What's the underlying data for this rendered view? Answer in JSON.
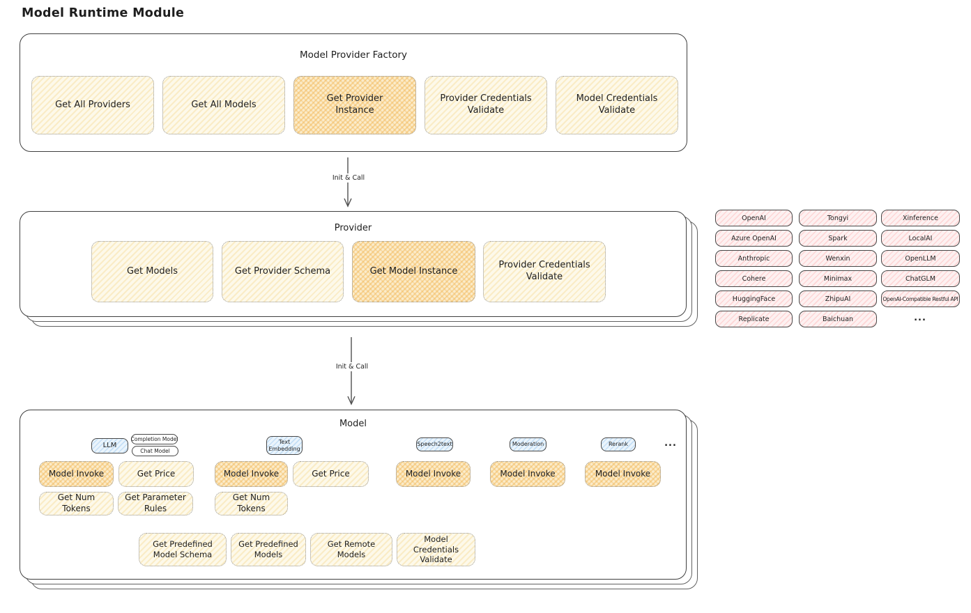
{
  "page": {
    "title": "Model Runtime Module"
  },
  "colors": {
    "ink": "#1e1e1e",
    "yellow_hatch": "#f3d280",
    "orange_hatch": "#f1b14a",
    "pink_hatch": "#ff9c9c",
    "blue_hatch": "#7fb8ec"
  },
  "arrows": {
    "factory_to_provider": "Init & Call",
    "provider_to_model": "Init & Call"
  },
  "factory": {
    "title": "Model Provider Factory",
    "buttons": [
      {
        "label": "Get All Providers"
      },
      {
        "label": "Get All Models"
      },
      {
        "label": "Get Provider Instance"
      },
      {
        "label": "Provider Credentials Validate"
      },
      {
        "label": "Model Credentials Validate"
      }
    ]
  },
  "provider": {
    "title": "Provider",
    "buttons": [
      {
        "label": "Get Models"
      },
      {
        "label": "Get Provider Schema"
      },
      {
        "label": "Get Model Instance"
      },
      {
        "label": "Provider Credentials Validate"
      }
    ]
  },
  "providers_list": {
    "columns": [
      [
        "OpenAI",
        "Azure OpenAI",
        "Anthropic",
        "Cohere",
        "HuggingFace",
        "Replicate"
      ],
      [
        "Tongyi",
        "Spark",
        "Wenxin",
        "Minimax",
        "ZhipuAI",
        "Baichuan"
      ],
      [
        "Xinference",
        "LocalAI",
        "OpenLLM",
        "ChatGLM",
        "OpenAI-Compatible Restful API"
      ]
    ],
    "more": "..."
  },
  "model": {
    "title": "Model",
    "tabs": [
      "LLM",
      "Completion Model",
      "Chat Model",
      "Text Embedding",
      "Speech2text",
      "Moderation",
      "Rerank"
    ],
    "tabs_more": "...",
    "invoke_row": [
      "Model Invoke",
      "Get Price",
      "Model Invoke",
      "Get Price",
      "Model Invoke",
      "Model Invoke",
      "Model Invoke"
    ],
    "tokens_row": [
      "Get Num Tokens",
      "Get Parameter Rules",
      "Get Num Tokens"
    ],
    "bottom_row": [
      "Get Predefined Model Schema",
      "Get Predefined Models",
      "Get Remote Models",
      "Model Credentials Validate"
    ]
  }
}
